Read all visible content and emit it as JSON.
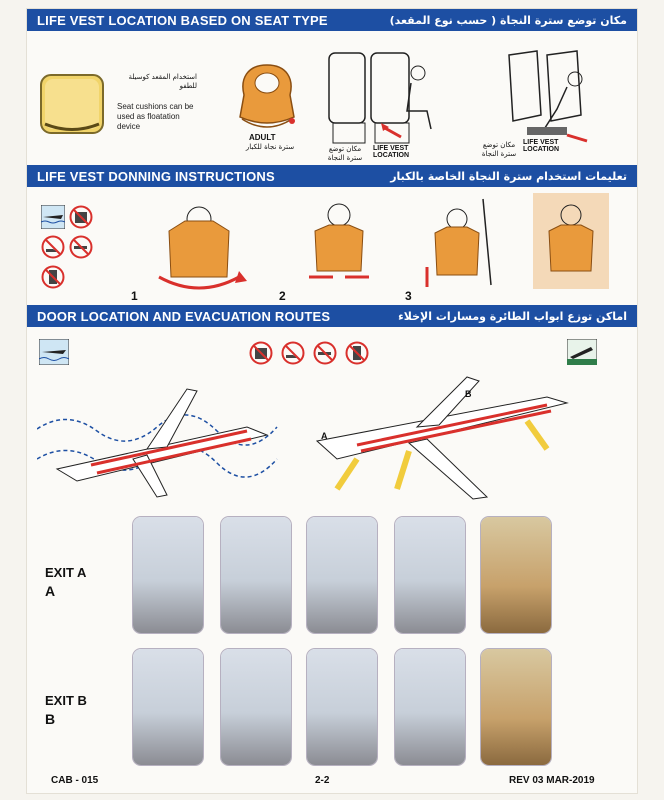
{
  "sections": {
    "vest_location": {
      "title_en": "LIFE VEST LOCATION BASED ON SEAT TYPE",
      "title_ar": "مكان توضع سترة النجاة ( حسب نوع المقعد)",
      "cushion_ar": "استخدام المقعد كوسيلة للطفو",
      "cushion_en": "Seat cushions can be used as floatation device",
      "adult_en": "ADULT",
      "adult_ar": "سترة نجاة للكبار",
      "location_en": "LIFE VEST LOCATION",
      "location_ar": "مكان توضع سترة النجاة",
      "location_en_2": "LIFE VEST LOCATION",
      "location_ar_2": "مكان توضع سترة النجاة"
    },
    "donning": {
      "title_en": "LIFE VEST DONNING INSTRUCTIONS",
      "title_ar": "تعليمات استخدام سترة النجاة الخاصة بالكبار",
      "steps": [
        "1",
        "2",
        "3"
      ]
    },
    "doors": {
      "title_en": "DOOR LOCATION AND EVACUATION ROUTES",
      "title_ar": "اماكن توزع ابواب الطائرة ومسارات الإخلاء",
      "door_a": "A",
      "door_b": "B"
    },
    "exits": {
      "exit_a_label": "EXIT A",
      "exit_a_letter": "A",
      "exit_b_label": "EXIT B",
      "exit_b_letter": "B"
    }
  },
  "footer": {
    "left": "CAB - 015",
    "center": "2-2",
    "right": "REV 03 MAR-2019"
  },
  "colors": {
    "header_blue": "#1d4fa3",
    "vest_orange": "#e99a3c",
    "route_red": "#d9302c",
    "slide_yellow": "#f1cc3d"
  },
  "icons": [
    "seat-cushion-icon",
    "no-baggage-icon",
    "no-shoes-icon",
    "no-smoking-icon",
    "no-phone-icon",
    "ditching-icon",
    "land-evacuation-icon"
  ]
}
